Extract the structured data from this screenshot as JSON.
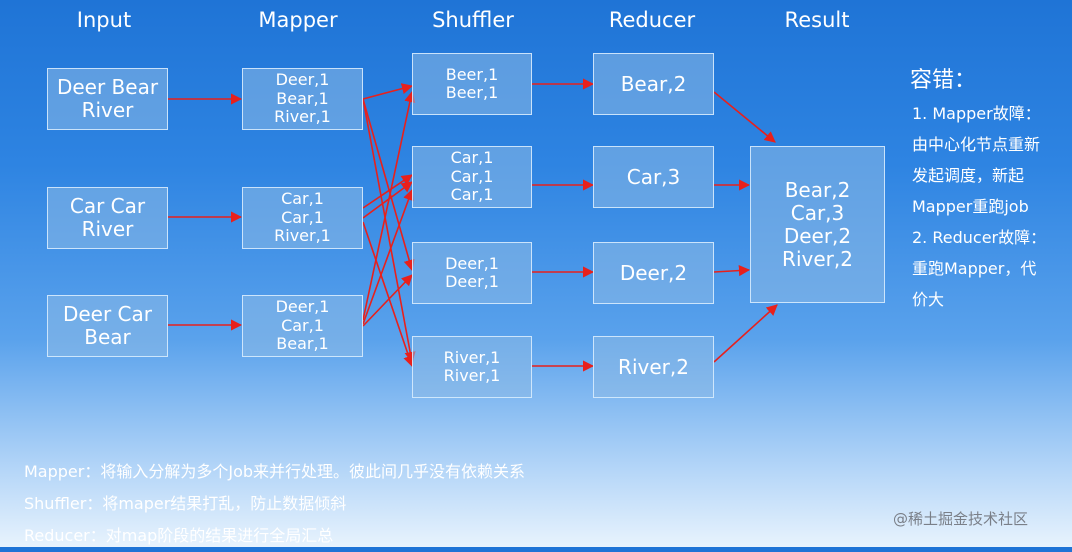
{
  "headers": {
    "input": "Input",
    "mapper": "Mapper",
    "shuffler": "Shuffler",
    "reducer": "Reducer",
    "result": "Result"
  },
  "inputs": [
    {
      "lines": [
        "Deer Bear",
        "River"
      ]
    },
    {
      "lines": [
        "Car Car",
        "River"
      ]
    },
    {
      "lines": [
        "Deer Car",
        "Bear"
      ]
    }
  ],
  "mappers": [
    {
      "lines": [
        "Deer,1",
        "Bear,1",
        "River,1"
      ]
    },
    {
      "lines": [
        "Car,1",
        "Car,1",
        "River,1"
      ]
    },
    {
      "lines": [
        "Deer,1",
        "Car,1",
        "Bear,1"
      ]
    }
  ],
  "shufflers": [
    {
      "lines": [
        "Beer,1",
        "Beer,1"
      ]
    },
    {
      "lines": [
        "Car,1",
        "Car,1",
        "Car,1"
      ]
    },
    {
      "lines": [
        "Deer,1",
        "Deer,1"
      ]
    },
    {
      "lines": [
        "River,1",
        "River,1"
      ]
    }
  ],
  "reducers": [
    {
      "lines": [
        "Bear,2"
      ]
    },
    {
      "lines": [
        "Car,3"
      ]
    },
    {
      "lines": [
        "Deer,2"
      ]
    },
    {
      "lines": [
        "River,2"
      ]
    }
  ],
  "result": {
    "lines": [
      "Bear,2",
      "Car,3",
      "Deer,2",
      "River,2"
    ]
  },
  "fault_tolerance": {
    "title": "容错：",
    "lines": [
      "1. Mapper故障：",
      "由中心化节点重新",
      "发起调度，新起",
      "Mapper重跑job",
      "2. Reducer故障：",
      "重跑Mapper，代",
      "价大"
    ]
  },
  "notes": [
    "Mapper：将输入分解为多个Job来并行处理。彼此间几乎没有依赖关系",
    "Shuffler：将maper结果打乱，防止数据倾斜",
    "Reducer：对map阶段的结果进行全局汇总"
  ],
  "watermark": "@稀土掘金技术社区",
  "colors": {
    "arrow": "#e8201c",
    "box_fill": "#8cb9e6",
    "box_border": "#dceeff"
  }
}
